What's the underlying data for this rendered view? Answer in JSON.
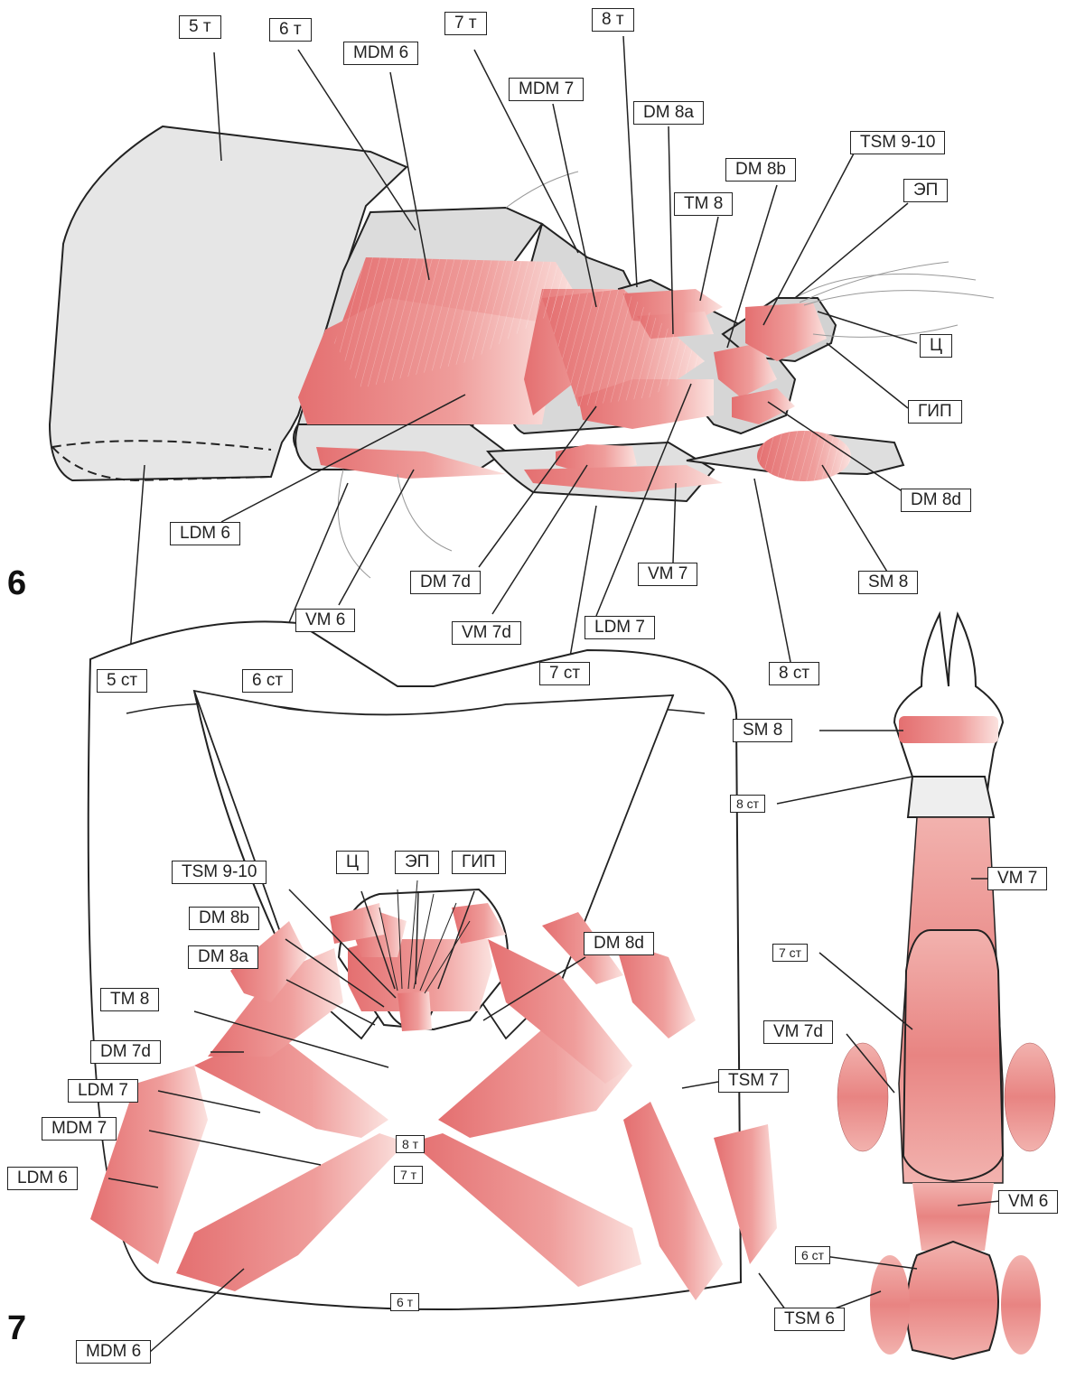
{
  "figure6": {
    "number": "6",
    "labels": {
      "t5": "5 т",
      "t6": "6 т",
      "mdm6": "MDM 6",
      "t7": "7 т",
      "t8": "8 т",
      "mdm7": "MDM 7",
      "dm8a": "DM 8a",
      "tsm910": "TSM 9-10",
      "dm8b": "DM 8b",
      "tm8": "TM 8",
      "ep": "ЭП",
      "ts": "Ц",
      "gip": "ГИП",
      "dm8d": "DM 8d",
      "ldm6": "LDM 6",
      "sm8": "SM 8",
      "dm7d": "DM 7d",
      "vm7": "VM 7",
      "vm6": "VM 6",
      "vm7d": "VM 7d",
      "ldm7": "LDM 7",
      "st5": "5 ст",
      "st6": "6 ст",
      "st7": "7 ст",
      "st8": "8 ст"
    }
  },
  "figure7": {
    "number": "7",
    "labels": {
      "ts": "Ц",
      "ep": "ЭП",
      "gip": "ГИП",
      "tsm910": "TSM 9-10",
      "dm8b": "DM 8b",
      "dm8a": "DM 8a",
      "dm8d": "DM 8d",
      "tm8": "TM 8",
      "dm7d": "DM 7d",
      "ldm7": "LDM 7",
      "tsm7": "TSM 7",
      "mdm7": "MDM 7",
      "t8": "8 т",
      "t7": "7 т",
      "ldm6": "LDM 6",
      "t6": "6 т",
      "tsm6": "TSM 6",
      "mdm6": "MDM 6"
    }
  },
  "figure7_ventral": {
    "labels": {
      "sm8": "SM 8",
      "st8": "8 ст",
      "vm7": "VM 7",
      "st7": "7 ст",
      "vm7d": "VM 7d",
      "st6": "6 ст",
      "vm6": "VM 6"
    }
  },
  "colors": {
    "muscle": "#e8807f",
    "muscle_light": "#f6c9c6",
    "outline": "#222222",
    "cuticle": "#e3e3e3"
  }
}
